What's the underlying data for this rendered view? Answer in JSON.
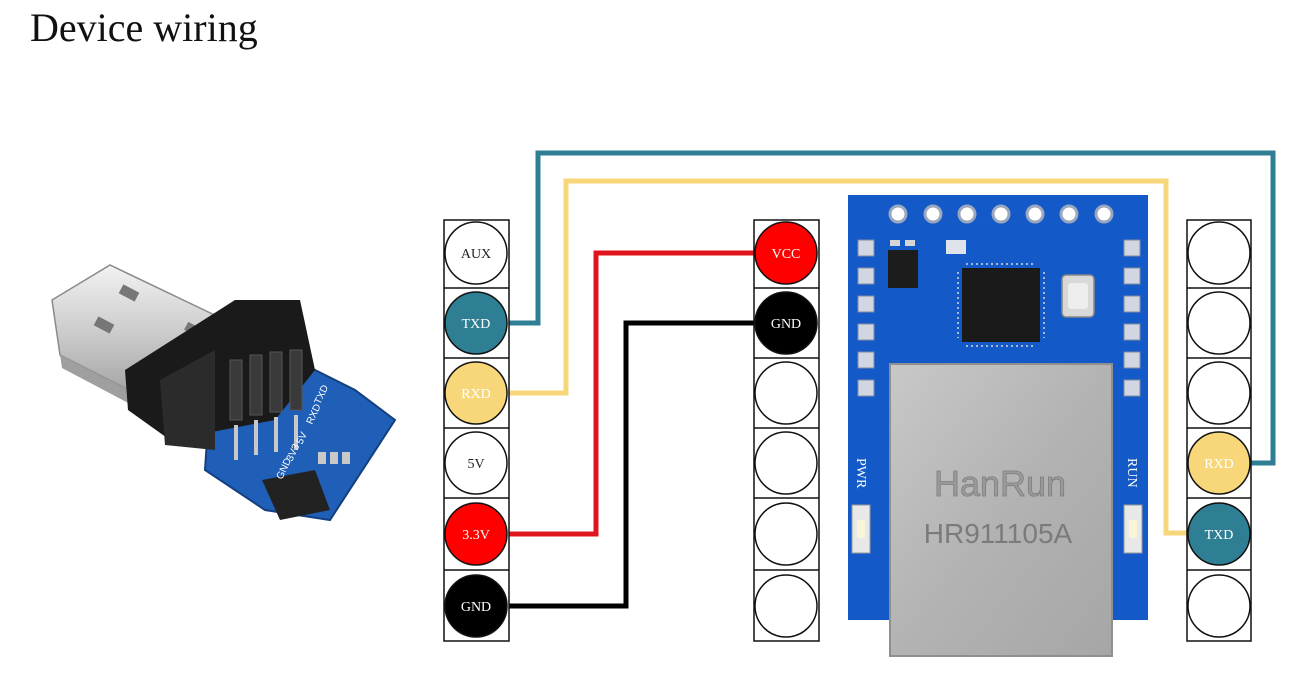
{
  "title": "Device wiring",
  "colors": {
    "txd": "#2e7f93",
    "rxd": "#f7d77a",
    "vcc": "#ff0000",
    "gnd": "#000000",
    "board_blue": "#1459c8",
    "wire_blue": "#2e7f93",
    "wire_yellow": "#f7d77a",
    "wire_red": "#e0141c",
    "wire_black": "#000000"
  },
  "left_header": {
    "pins": [
      "AUX",
      "TXD",
      "RXD",
      "5V",
      "3.3V",
      "GND"
    ]
  },
  "middle_header": {
    "pins": [
      "VCC",
      "GND",
      "",
      "",
      "",
      ""
    ]
  },
  "right_header": {
    "pins": [
      "",
      "",
      "",
      "RXD",
      "TXD",
      ""
    ]
  },
  "module": {
    "jack_brand": "HanRun",
    "jack_model": "HR911105A",
    "led_left": "PWR",
    "led_right": "RUN"
  },
  "usb_adapter": {
    "silk": [
      "TXD",
      "RXD",
      "5V",
      "3V3",
      "GND"
    ]
  }
}
